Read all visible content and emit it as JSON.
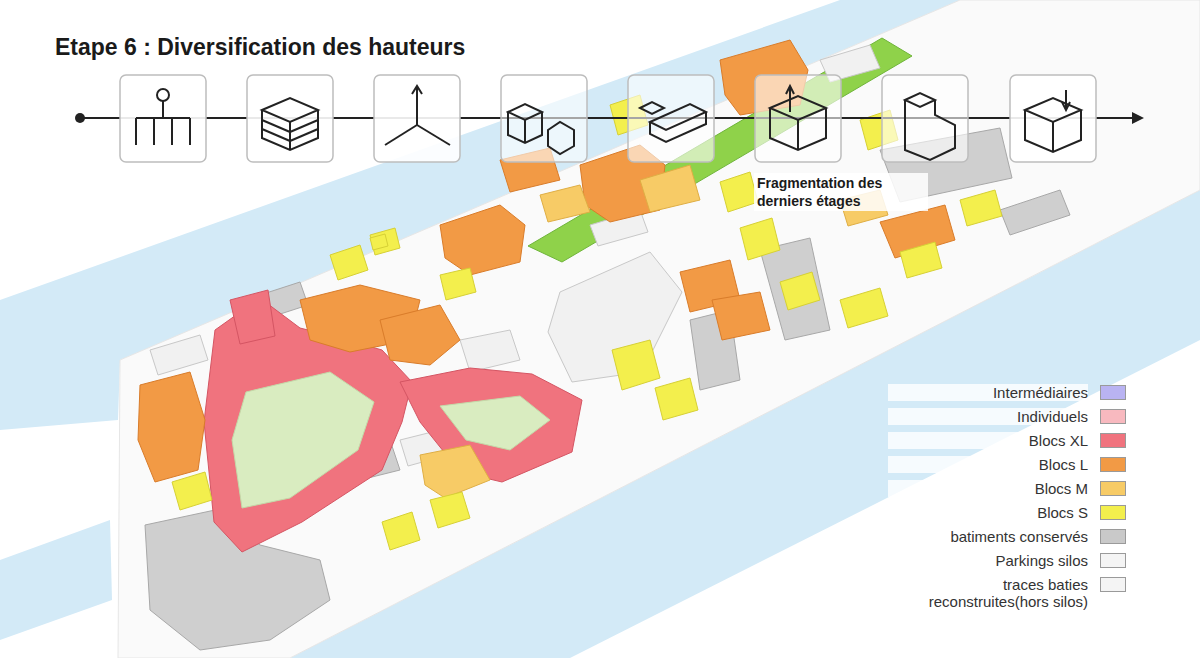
{
  "diagram": {
    "title": "Etape 6 : Diversification des hauteurs",
    "labels": [
      "Fragmentation des derniers étages"
    ],
    "legend": [
      {
        "text": "Intermédiaires",
        "color": "#b9b3f2"
      },
      {
        "text": "Individuels",
        "color": "#f8b9bf"
      },
      {
        "text": "Blocs XL",
        "color": "#f0737e"
      },
      {
        "text": "Blocs L",
        "color": "#f29a45"
      },
      {
        "text": "Blocs M",
        "color": "#f7cb66"
      },
      {
        "text": "Blocs S",
        "color": "#f3ef4d"
      },
      {
        "text": "batiments conservés",
        "color": "#c9c9c9"
      },
      {
        "text": "Parkings silos",
        "color": "#f4f4f4"
      },
      {
        "text": "traces baties reconstruites(hors silos)",
        "color": "#f4f4f4"
      }
    ]
  }
}
